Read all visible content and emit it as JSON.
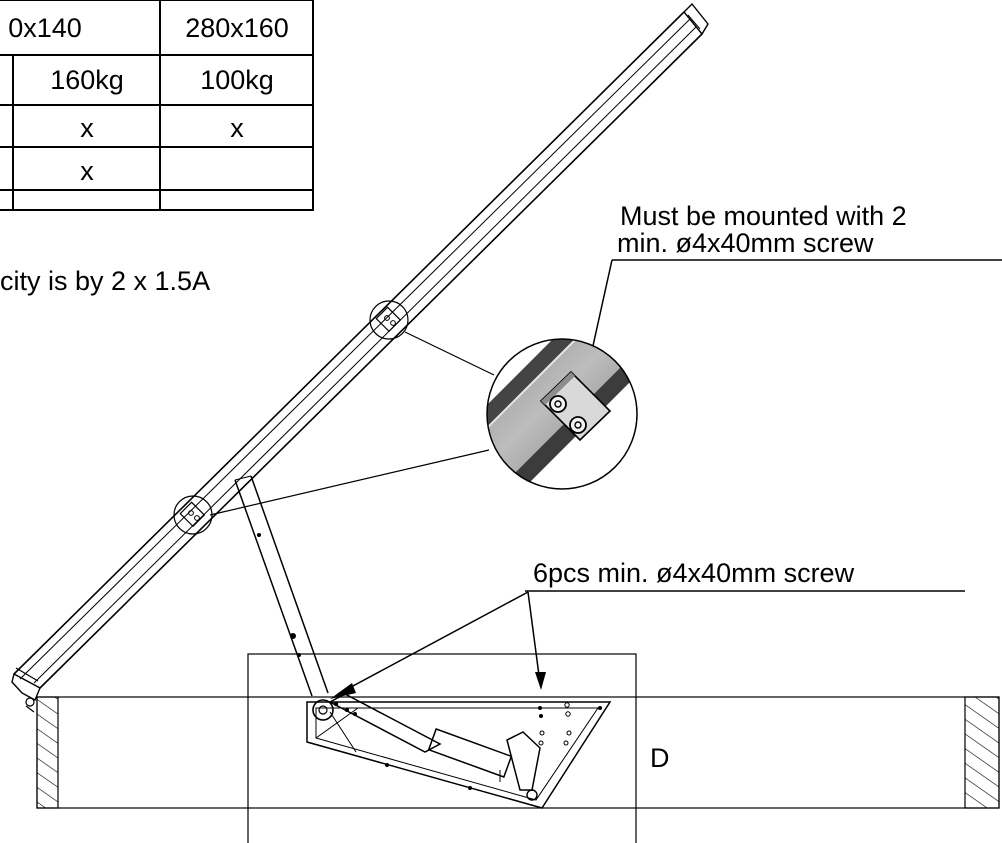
{
  "table": {
    "headers": [
      "0x140",
      "280x160"
    ],
    "weights": [
      "160kg",
      "100kg"
    ],
    "rows": [
      [
        "x",
        "x"
      ],
      [
        "x",
        ""
      ],
      [
        "",
        ""
      ]
    ]
  },
  "table_note": "city is by 2 x 1.5A",
  "callout_top": {
    "line1": "Must be mounted with 2",
    "line2": "min. ø4x40mm screw"
  },
  "callout_bottom": "6pcs min. ø4x40mm screw",
  "dimension_label": "D"
}
